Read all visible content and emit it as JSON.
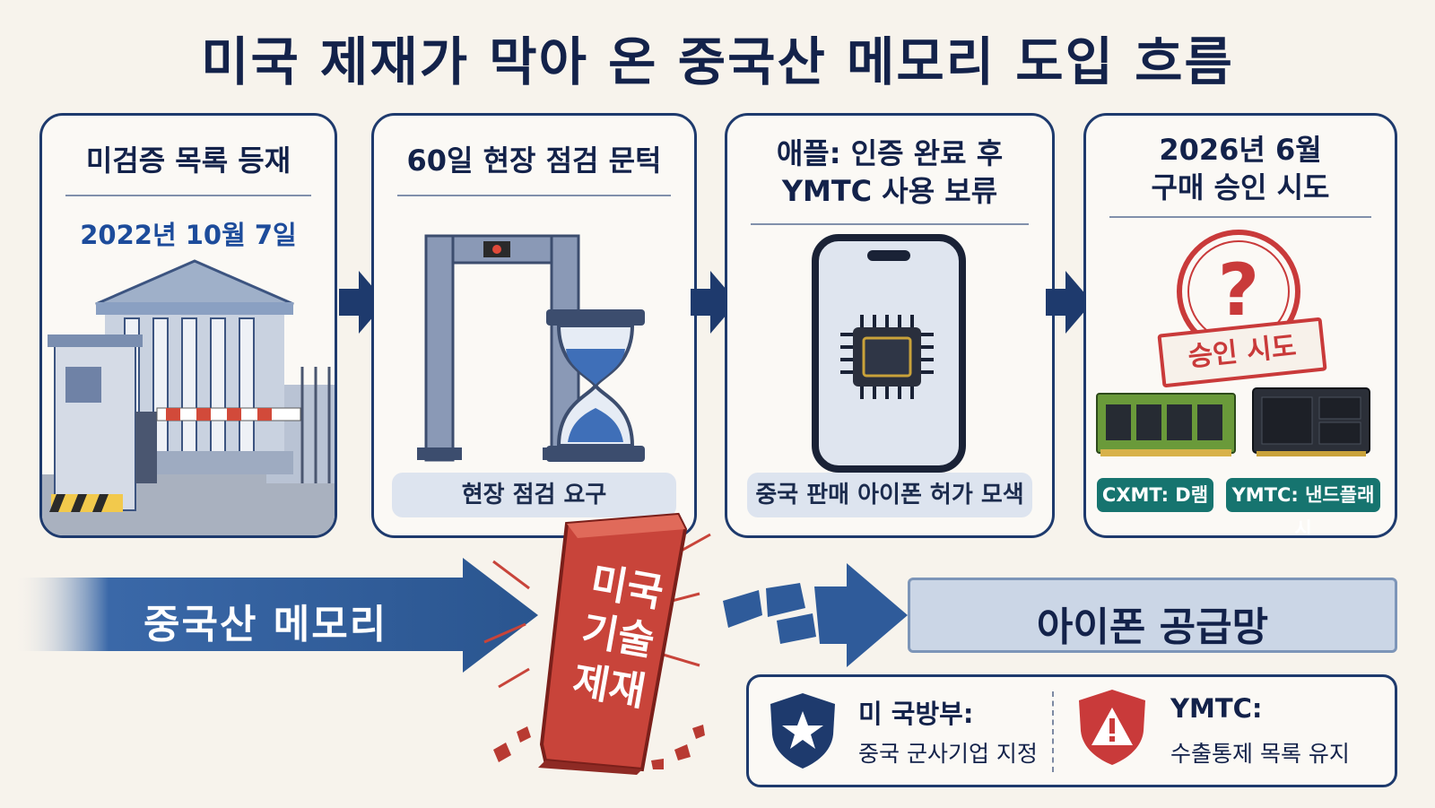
{
  "title": "미국 제재가 막아 온 중국산 메모리 도입 흐름",
  "steps": [
    {
      "title": "미검증 목록 등재",
      "date": "2022년 10월 7일"
    },
    {
      "title": "60일 현장 점검 문턱",
      "caption": "현장 점검 요구"
    },
    {
      "title_line1": "애플: 인증 완료 후",
      "title_line2": "YMTC 사용 보류",
      "caption": "중국 판매 아이폰 허가 모색"
    },
    {
      "title_line1": "2026년 6월",
      "title_line2": "구매 승인 시도",
      "stamp": "승인 시도",
      "tags": [
        "CXMT: D램",
        "YMTC: 낸드플래시"
      ]
    }
  ],
  "flow": {
    "source": "중국산 메모리",
    "barrier": [
      "미국",
      "기술",
      "제재"
    ],
    "target": "아이폰 공급망"
  },
  "info": [
    {
      "line1": "미 국방부:",
      "line2": "중국 군사기업 지정",
      "icon": "star-shield-icon"
    },
    {
      "line1": "YMTC:",
      "line2": "수출통제 목록 유지",
      "icon": "warning-shield-icon"
    }
  ],
  "colors": {
    "navy": "#1e3a6d",
    "blue_arrow": "#2f5b9a",
    "barrier_red": "#c8443a",
    "tag_teal": "#16746f",
    "stamp_red": "#c93a3a"
  }
}
